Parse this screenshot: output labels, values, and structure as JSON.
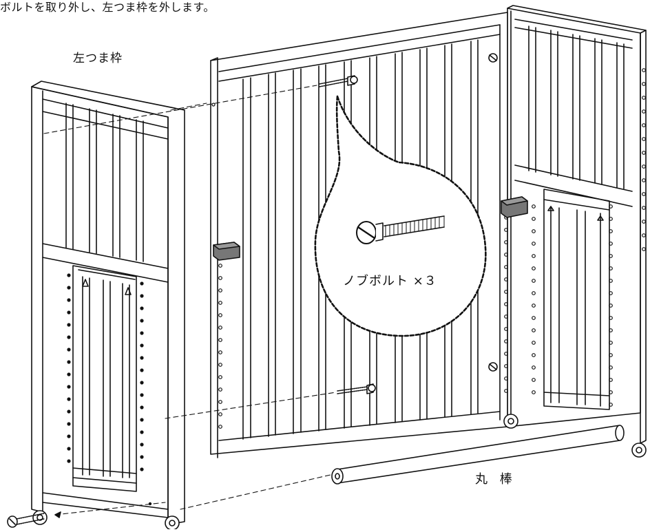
{
  "instruction": "ボルトを取り外し、左つま枠を外します。",
  "labels": {
    "left_frame": "左つま枠",
    "knob_bolt": "ノブボルト ×３",
    "round_bar": "丸 棒"
  },
  "colors": {
    "line": "#111111",
    "block_fill": "#777777",
    "background": "#ffffff"
  },
  "knob_bolt_count": 3
}
